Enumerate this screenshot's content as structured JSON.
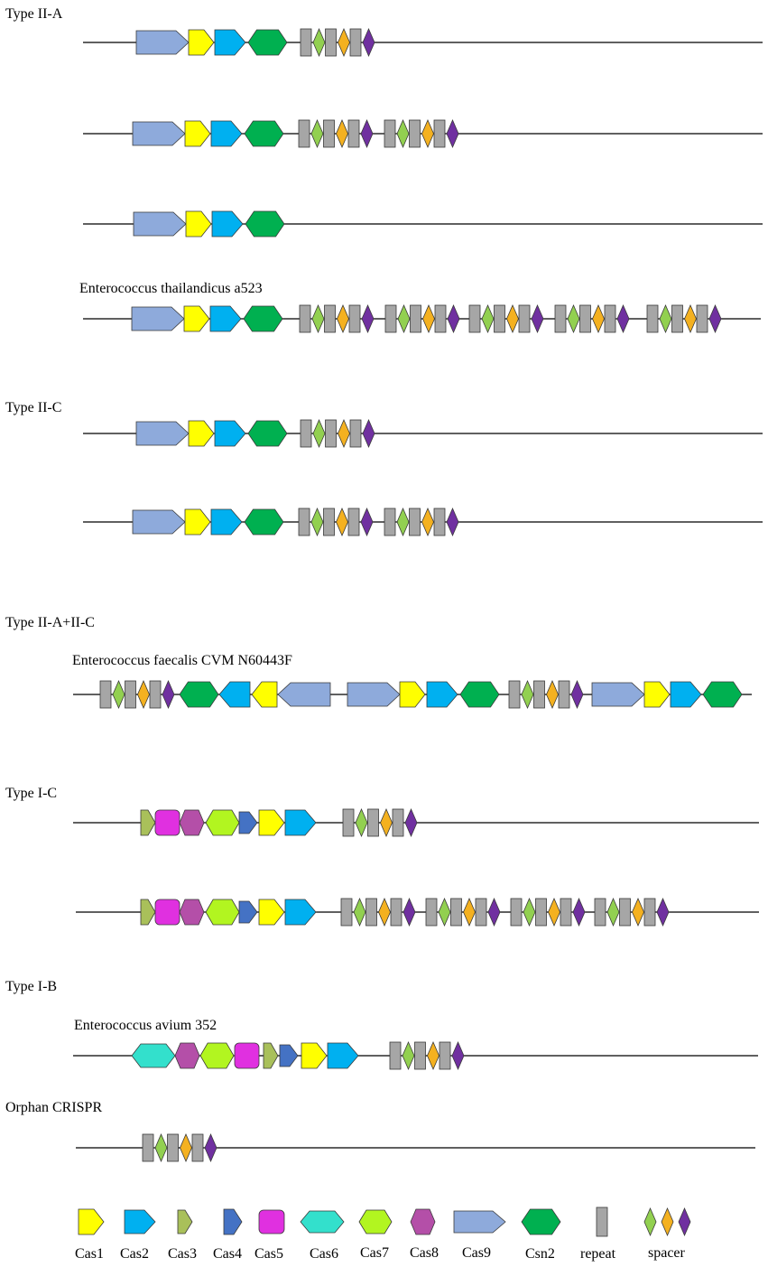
{
  "colors": {
    "Cas1": "#ffff00",
    "Cas2": "#00b0f0",
    "Cas3": "#a9c05a",
    "Cas4": "#4472c4",
    "Cas5": "#e030e0",
    "Cas6": "#33e0cc",
    "Cas7": "#b2f520",
    "Cas8": "#b44fa8",
    "Cas9": "#8eaadb",
    "Csn2": "#00b050",
    "repeat": "#a6a6a6",
    "spacer_green": "#92d050",
    "spacer_orange": "#f4b120",
    "spacer_purple": "#7030a0"
  },
  "sections": [
    {
      "label": "Type  II-A"
    },
    {
      "label": "Enterococcus thailandicus  a523"
    },
    {
      "label": "Type  II-C"
    },
    {
      "label": "Type  II-A+II-C"
    },
    {
      "label": "Enterococcus faecalis CVM N60443F"
    },
    {
      "label": "Type  I-C"
    },
    {
      "label": "Type  I-B"
    },
    {
      "label": "Enterococcus avium 352"
    },
    {
      "label": "Orphan CRISPR"
    }
  ],
  "loci": [
    {
      "genes": [
        "Cas9",
        "Cas1",
        "Cas2",
        "Csn2"
      ],
      "arrays": [
        1
      ]
    },
    {
      "genes": [
        "Cas9",
        "Cas1",
        "Cas2",
        "Csn2"
      ],
      "arrays": [
        1,
        1
      ]
    },
    {
      "genes": [
        "Cas9",
        "Cas1",
        "Cas2",
        "Csn2"
      ],
      "arrays": []
    },
    {
      "genes": [
        "Cas9",
        "Cas1",
        "Cas2",
        "Csn2"
      ],
      "arrays": [
        1,
        1,
        1,
        1,
        1
      ]
    },
    {
      "genes": [
        "Cas9",
        "Cas1",
        "Cas2",
        "Csn2"
      ],
      "arrays": [
        1
      ]
    },
    {
      "genes": [
        "Cas9",
        "Cas1",
        "Cas2",
        "Csn2"
      ],
      "arrays": [
        1,
        1
      ]
    },
    {
      "genes": [
        "repeat-array-reversed",
        "Csn2",
        "Cas2",
        "Cas1",
        "Cas9",
        "Cas9",
        "Cas1",
        "Cas2",
        "Csn2",
        "repeat-array",
        "Cas9",
        "Cas1",
        "Cas2",
        "Csn2"
      ],
      "arrays": [
        1,
        1
      ]
    },
    {
      "genes": [
        "Cas3",
        "Cas5",
        "Cas8",
        "Cas7",
        "Cas4",
        "Cas1",
        "Cas2"
      ],
      "arrays": [
        1
      ]
    },
    {
      "genes": [
        "Cas3",
        "Cas5",
        "Cas8",
        "Cas7",
        "Cas4",
        "Cas1",
        "Cas2"
      ],
      "arrays": [
        1,
        1,
        1,
        1
      ]
    },
    {
      "genes": [
        "Cas6",
        "Cas8",
        "Cas7",
        "Cas5",
        "Cas3",
        "Cas4",
        "Cas1",
        "Cas2"
      ],
      "arrays": [
        1
      ]
    },
    {
      "genes": [],
      "arrays": [
        1
      ]
    }
  ],
  "legend": {
    "items": [
      {
        "key": "Cas1",
        "label": "Cas1"
      },
      {
        "key": "Cas2",
        "label": "Cas2"
      },
      {
        "key": "Cas3",
        "label": "Cas3"
      },
      {
        "key": "Cas4",
        "label": "Cas4"
      },
      {
        "key": "Cas5",
        "label": "Cas5"
      },
      {
        "key": "Cas6",
        "label": "Cas6"
      },
      {
        "key": "Cas7",
        "label": "Cas7"
      },
      {
        "key": "Cas8",
        "label": "Cas8"
      },
      {
        "key": "Cas9",
        "label": "Cas9"
      },
      {
        "key": "Csn2",
        "label": "Csn2"
      },
      {
        "key": "repeat",
        "label": "repeat"
      },
      {
        "key": "spacer",
        "label": "spacer"
      }
    ]
  }
}
